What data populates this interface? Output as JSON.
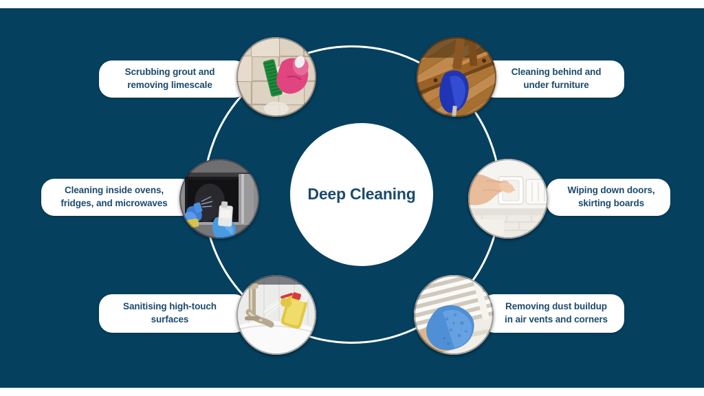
{
  "theme": {
    "background": "#05405f",
    "pill_background": "#ffffff",
    "text_navy": "#1a4a6e",
    "ring_stroke": "#ffffff"
  },
  "center": {
    "title": "Deep Cleaning"
  },
  "items": [
    {
      "id": "scrubbing-grout",
      "label": "Scrubbing grout and removing limescale",
      "line1": "Scrubbing grout and",
      "line2": "removing limescale",
      "position": "top-left",
      "image_name": "scrubbing-grout-photo",
      "image_alt": "Green scrub brush and pink rubber glove scrubbing beige wall tiles"
    },
    {
      "id": "cleaning-behind-furniture",
      "label": "Cleaning behind and under furniture",
      "line1": "Cleaning behind and",
      "line2": "under furniture",
      "position": "top-right",
      "image_name": "cleaning-under-furniture-photo",
      "image_alt": "Blue microfibre mop head cleaning under wooden furniture on a wood floor"
    },
    {
      "id": "cleaning-appliances",
      "label": "Cleaning inside ovens, fridges, and microwaves",
      "line1": "Cleaning inside ovens,",
      "line2": "fridges, and microwaves",
      "position": "middle-left",
      "image_name": "cleaning-oven-photo",
      "image_alt": "Blue-gloved hands spraying and wiping the dark interior of an oven"
    },
    {
      "id": "wiping-doors",
      "label": "Wiping down doors, skirting boards",
      "line1": "Wiping down doors,",
      "line2": "skirting boards",
      "position": "middle-right",
      "image_name": "wiping-doors-photo",
      "image_alt": "Hand wiping a white light switch on a white wall"
    },
    {
      "id": "sanitising-surfaces",
      "label": "Sanitising high-touch surfaces",
      "line1": "Sanitising high-touch",
      "line2": "surfaces",
      "position": "bottom-left",
      "image_name": "sanitising-surfaces-photo",
      "image_alt": "Yellow glove spraying cleaner onto a chrome bathroom tap and white sink"
    },
    {
      "id": "removing-dust",
      "label": "Removing dust buildup in air vents and corners",
      "line1": "Removing dust buildup",
      "line2": "in air vents and corners",
      "position": "bottom-right",
      "image_name": "air-vent-dust-photo",
      "image_alt": "Hand holding a blue sponge cleaning a white louvred air vent"
    }
  ]
}
